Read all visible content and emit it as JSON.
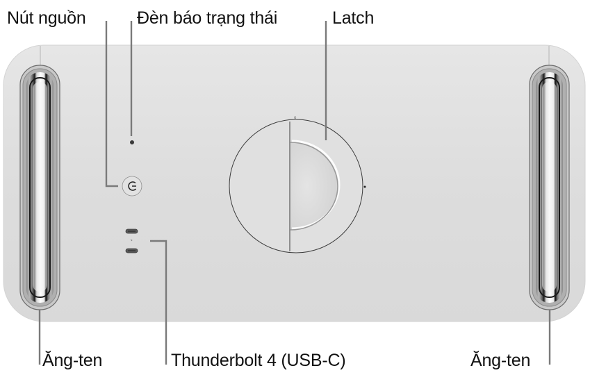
{
  "diagram": {
    "subject": "Mac Pro top view",
    "colors": {
      "body": "#dedede",
      "body_edge": "#d0d0d0",
      "leader_line": "#7a7a7a",
      "label_text": "#111111",
      "outline": "#3a3a3a"
    },
    "labels": {
      "power_button": "Nút nguồn",
      "status_light": "Đèn báo trạng thái",
      "latch": "Latch",
      "antenna_left": "Ăng-ten",
      "thunderbolt": "Thunderbolt 4 (USB-C)",
      "antenna_right": "Ăng-ten"
    },
    "icons": {
      "power": "power-icon",
      "status_led": "status-light-icon",
      "ports": "usb-c-port-icon",
      "latch": "latch-icon",
      "handle": "handle-antenna-icon"
    }
  }
}
